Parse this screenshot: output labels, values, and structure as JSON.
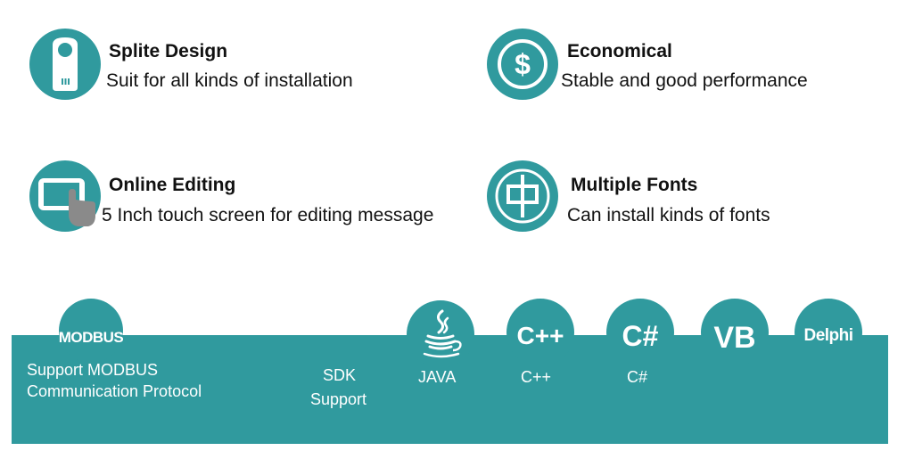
{
  "features": [
    {
      "title": "Splite Design",
      "description": "Suit for all kinds of installation",
      "icon": "key-tag-icon"
    },
    {
      "title": "Economical",
      "description": "Stable and good performance",
      "icon": "dollar-icon"
    },
    {
      "title": "Online Editing",
      "description": "5 Inch touch screen for editing message",
      "icon": "touch-screen-icon"
    },
    {
      "title": "Multiple Fonts",
      "description": "Can install kinds of fonts",
      "icon": "chinese-char-icon"
    }
  ],
  "modbus": {
    "badge": "MODBUS",
    "line1": "Support MODBUS",
    "line2": "Communication Protocol"
  },
  "sdk": {
    "line1": "SDK",
    "line2": "Support"
  },
  "languages": [
    {
      "badge": "",
      "label": "JAVA",
      "icon": "java-cup-icon"
    },
    {
      "badge": "C++",
      "label": "C++"
    },
    {
      "badge": "C#",
      "label": "C#"
    },
    {
      "badge": "VB",
      "label": ""
    },
    {
      "badge": "Delphi",
      "label": ""
    }
  ],
  "colors": {
    "accent": "#309a9e",
    "text": "#111111",
    "white": "#ffffff"
  }
}
